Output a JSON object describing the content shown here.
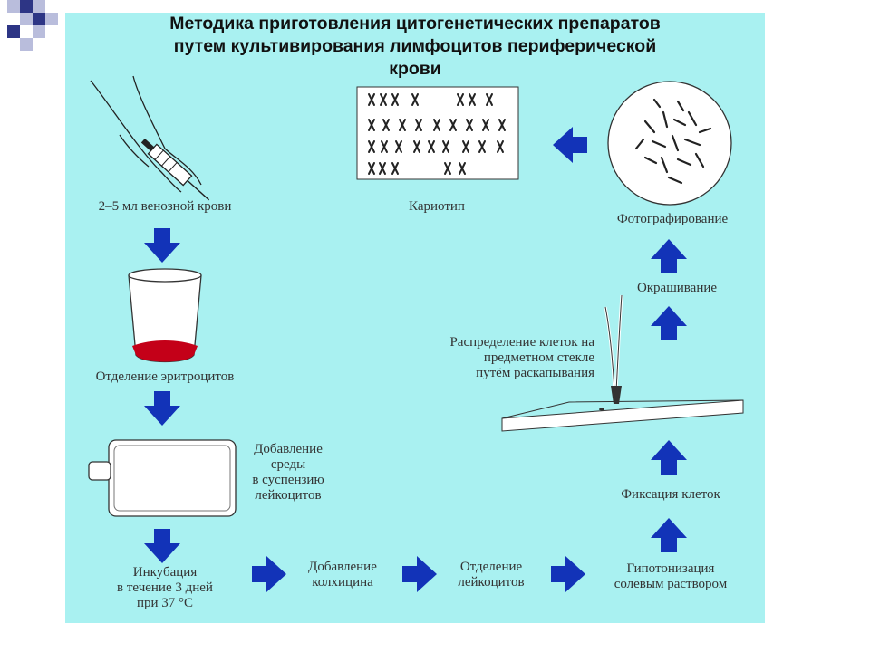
{
  "title": {
    "line1": "Методика приготовления цитогенетических препаратов",
    "line2": "путем культивирования лимфоцитов периферической",
    "line3": "крови"
  },
  "steps": {
    "blood": "2–5 мл венозной крови",
    "erythrocytes": "Отделение эритроцитов",
    "medium": [
      "Добавление",
      "среды",
      "в суспензию",
      "лейкоцитов"
    ],
    "incubation": [
      "Инкубация",
      "в течение 3 дней",
      "при 37 °С"
    ],
    "colchicine": [
      "Добавление",
      "колхицина"
    ],
    "leukocytes": [
      "Отделение",
      "лейкоцитов"
    ],
    "hypotonization": [
      "Гипотонизация",
      "солевым раствором"
    ],
    "fixation": "Фиксация клеток",
    "spreading": [
      "Распределение клеток на",
      "предметном стекле",
      "путём раскапывания"
    ],
    "staining": "Окрашивание",
    "photography": "Фотографирование",
    "karyotype": "Кариотип"
  },
  "colors": {
    "panel": "#a9f1f1",
    "arrow": "#1233b8",
    "blood": "#c40018",
    "deco_dark": "#2d3585",
    "deco_light": "#b9bddc"
  }
}
